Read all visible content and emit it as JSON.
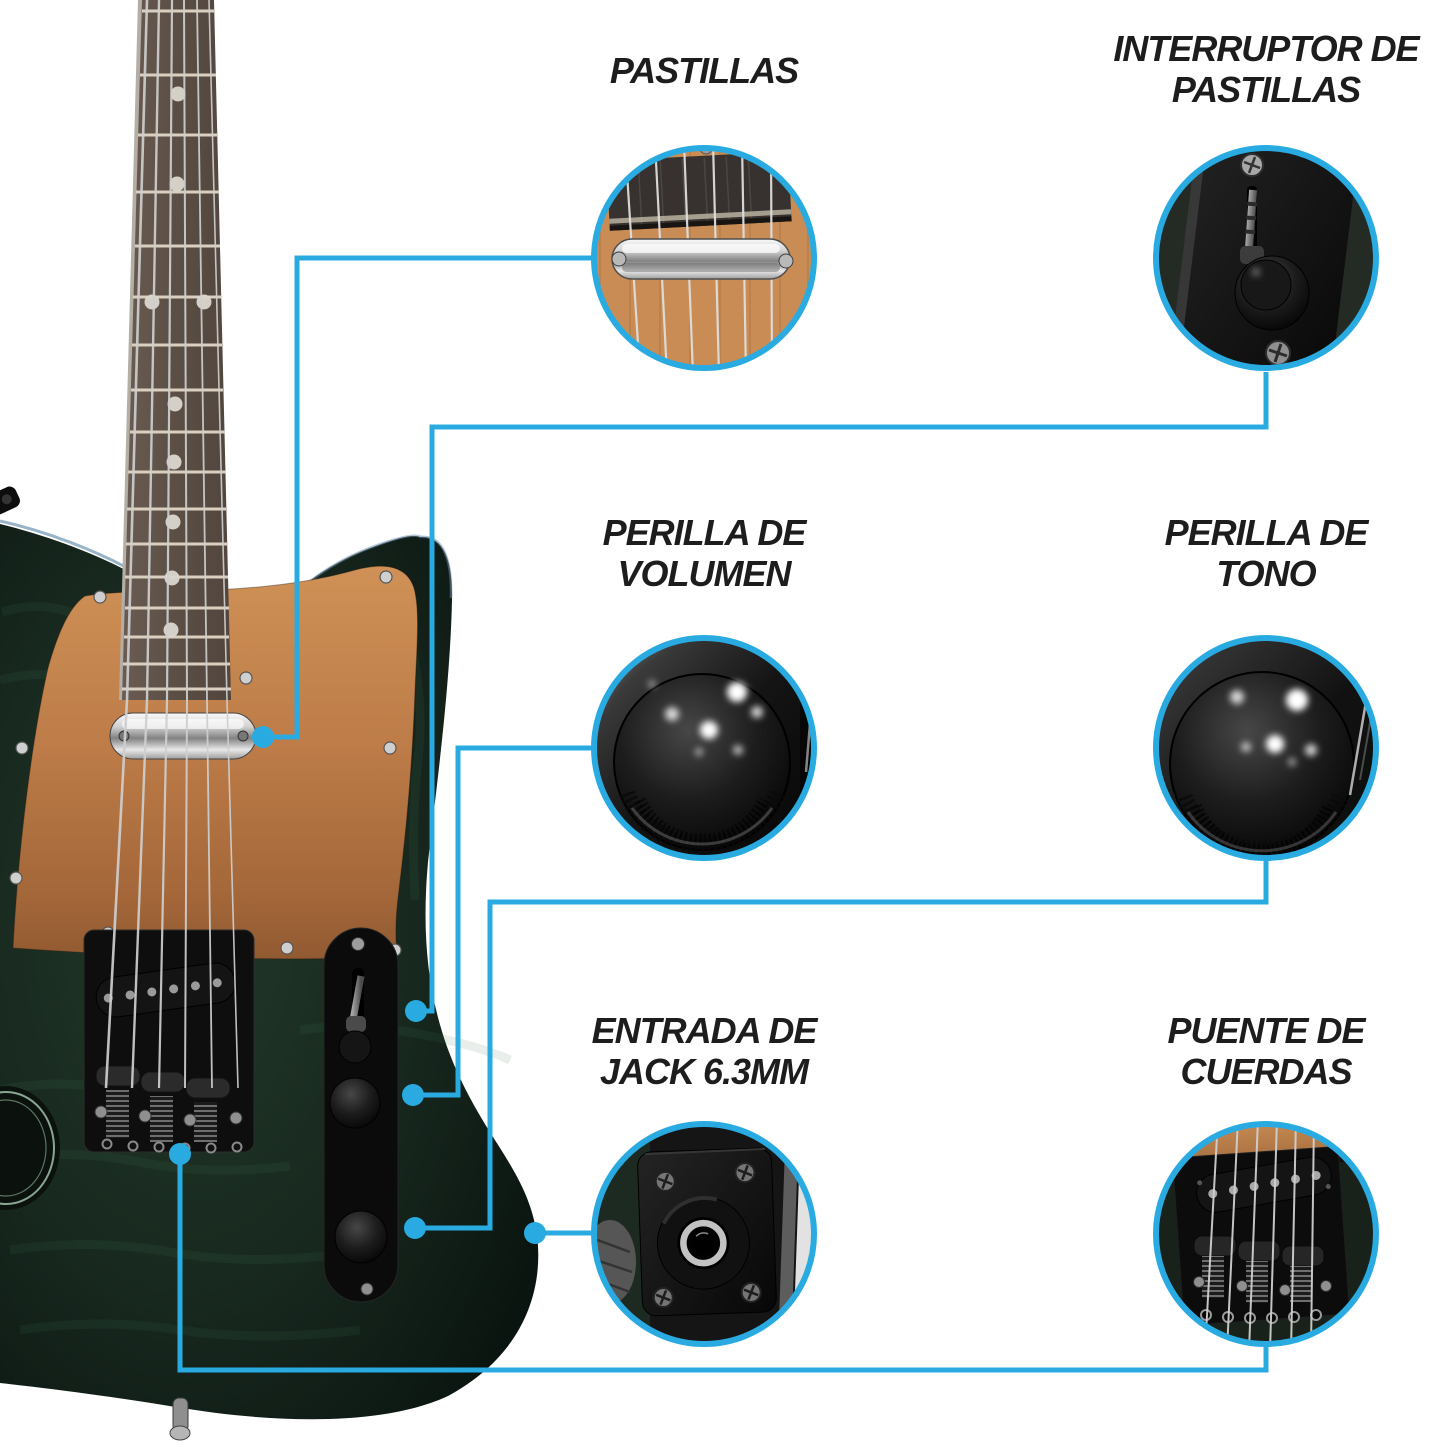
{
  "page": {
    "background": "#ffffff",
    "type": "infografia de partes de guitarra electrica"
  },
  "colors": {
    "accent_cyan": "#29abe2",
    "label_text": "#1d1d1d",
    "pickguard_copper": "#bd7c48",
    "body_green": "#18291f",
    "fretboard_brown": "#5f524a",
    "chrome_silver": "#d0d0d0"
  },
  "callouts": {
    "pastillas": {
      "label": "PASTILLAS"
    },
    "interruptor": {
      "label_line1": "INTERRUPTOR DE",
      "label_line2": "PASTILLAS"
    },
    "volumen": {
      "label_line1": "PERILLA DE",
      "label_line2": "VOLUMEN"
    },
    "tono": {
      "label_line1": "PERILLA DE",
      "label_line2": "TONO"
    },
    "jack": {
      "label_line1": "ENTRADA DE",
      "label_line2": "JACK 6.3MM"
    },
    "puente": {
      "label_line1": "PUENTE DE",
      "label_line2": "CUERDAS"
    }
  }
}
